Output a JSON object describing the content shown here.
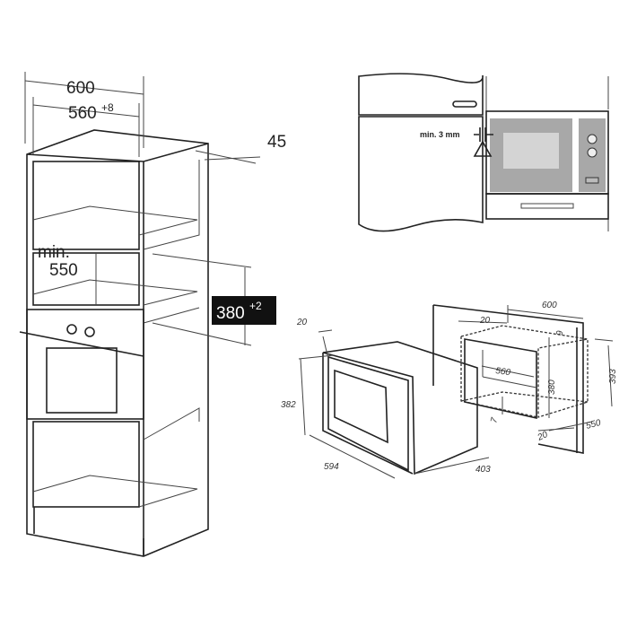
{
  "tall_cabinet": {
    "width": "600",
    "inner_width": "560",
    "inner_width_tol": "+8",
    "panel": "45",
    "min_label": "min.",
    "min_depth": "550",
    "niche_height": "380",
    "niche_tol": "+2"
  },
  "front_view": {
    "gap_label": "min. 3 mm"
  },
  "iso_view": {
    "frame": "20",
    "frame_inner": "20",
    "niche_width": "600",
    "top_gap": "6",
    "inner_width": "560",
    "inner_height": "380",
    "outer_height": "393",
    "appliance_height": "382",
    "bottom_gap": "7",
    "depth": "550",
    "side_gap": "20",
    "appliance_width": "594",
    "appliance_depth": "403"
  },
  "colors": {
    "panel": "#a8a8a8",
    "window": "#d4d4d4",
    "label_box": "#111111"
  }
}
